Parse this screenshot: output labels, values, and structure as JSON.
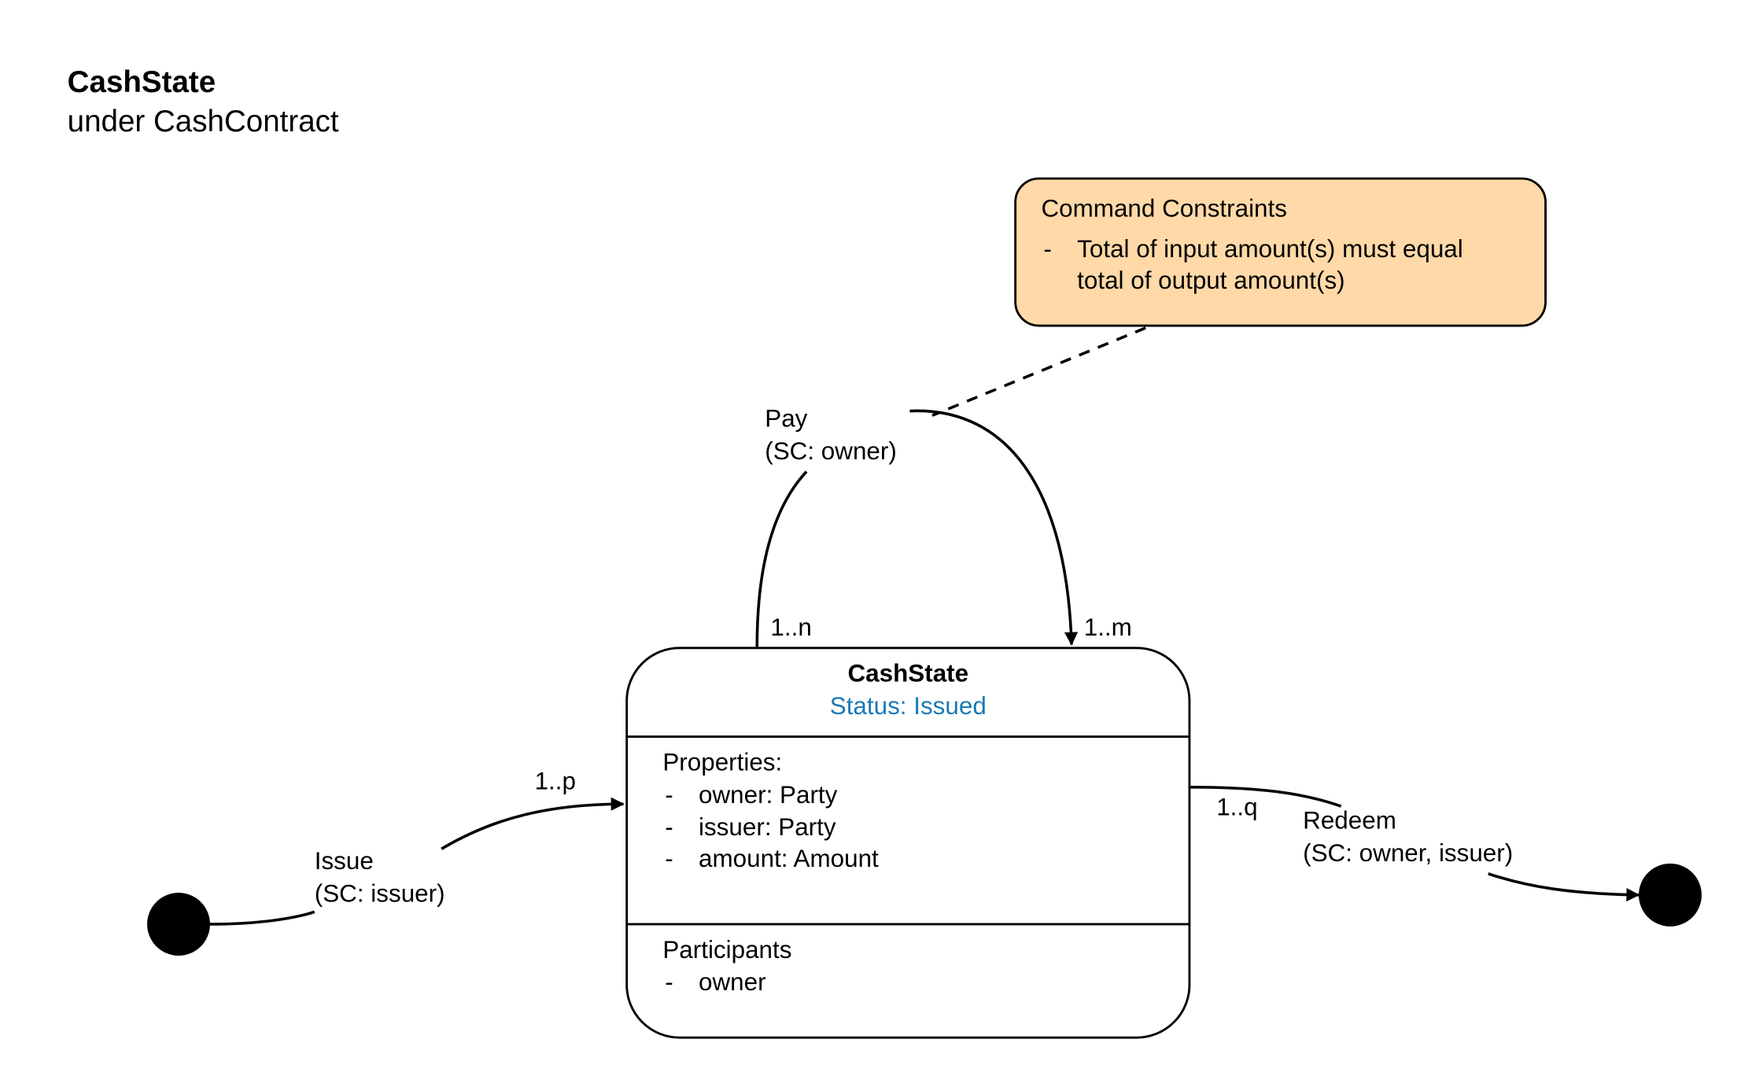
{
  "diagram": {
    "title": "CashState",
    "subtitle": "under CashContract",
    "note": {
      "heading": "Command Constraints",
      "items": [
        {
          "bullet": "-",
          "line1": "Total of input amount(s) must equal",
          "line2": "total of output amount(s)"
        }
      ]
    },
    "state": {
      "name": "CashState",
      "status": "Status: Issued",
      "status_color": "#1a7ab5",
      "properties_heading": "Properties:",
      "properties": [
        {
          "bullet": "-",
          "text": "owner: Party"
        },
        {
          "bullet": "-",
          "text": "issuer: Party"
        },
        {
          "bullet": "-",
          "text": "amount: Amount"
        }
      ],
      "participants_heading": "Participants",
      "participants": [
        {
          "bullet": "-",
          "text": "owner"
        }
      ]
    },
    "transitions": {
      "pay": {
        "label": "Pay",
        "signers": "(SC: owner)",
        "in_multiplicity": "1..n",
        "out_multiplicity": "1..m"
      },
      "issue": {
        "label": "Issue",
        "signers": "(SC: issuer)",
        "multiplicity": "1..p"
      },
      "redeem": {
        "label": "Redeem",
        "signers": "(SC: owner, issuer)",
        "multiplicity": "1..q"
      }
    },
    "note_fill_color": "#ffd9a8"
  }
}
